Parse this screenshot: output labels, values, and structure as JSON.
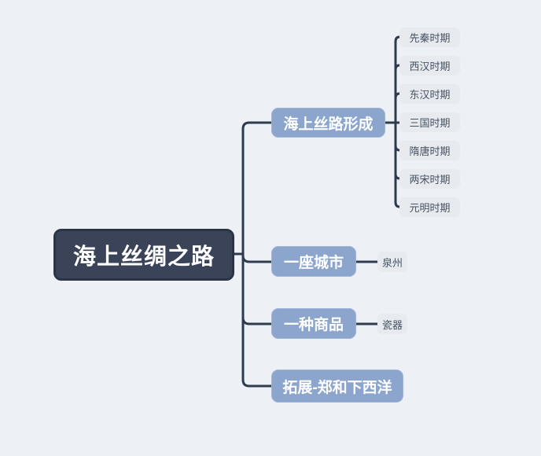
{
  "colors": {
    "background": "#edf1f6",
    "root_fill": "#3a4357",
    "root_border": "#2b3444",
    "root_text": "#ffffff",
    "branch_fill": "#8ba5cd",
    "branch_text": "#ffffff",
    "leaf_fill": "#e7eaee",
    "leaf_text": "#475262",
    "connector": "#2e3a4d"
  },
  "mindmap": {
    "root": {
      "label": "海上丝绸之路"
    },
    "branches": [
      {
        "label": "海上丝路形成",
        "children": [
          "先秦时期",
          "西汉时期",
          "东汉时期",
          "三国时期",
          "隋唐时期",
          "两宋时期",
          "元明时期"
        ]
      },
      {
        "label": "一座城市",
        "children": [
          "泉州"
        ]
      },
      {
        "label": "一种商品",
        "children": [
          "瓷器"
        ]
      },
      {
        "label": "拓展-郑和下西洋",
        "children": []
      }
    ]
  }
}
